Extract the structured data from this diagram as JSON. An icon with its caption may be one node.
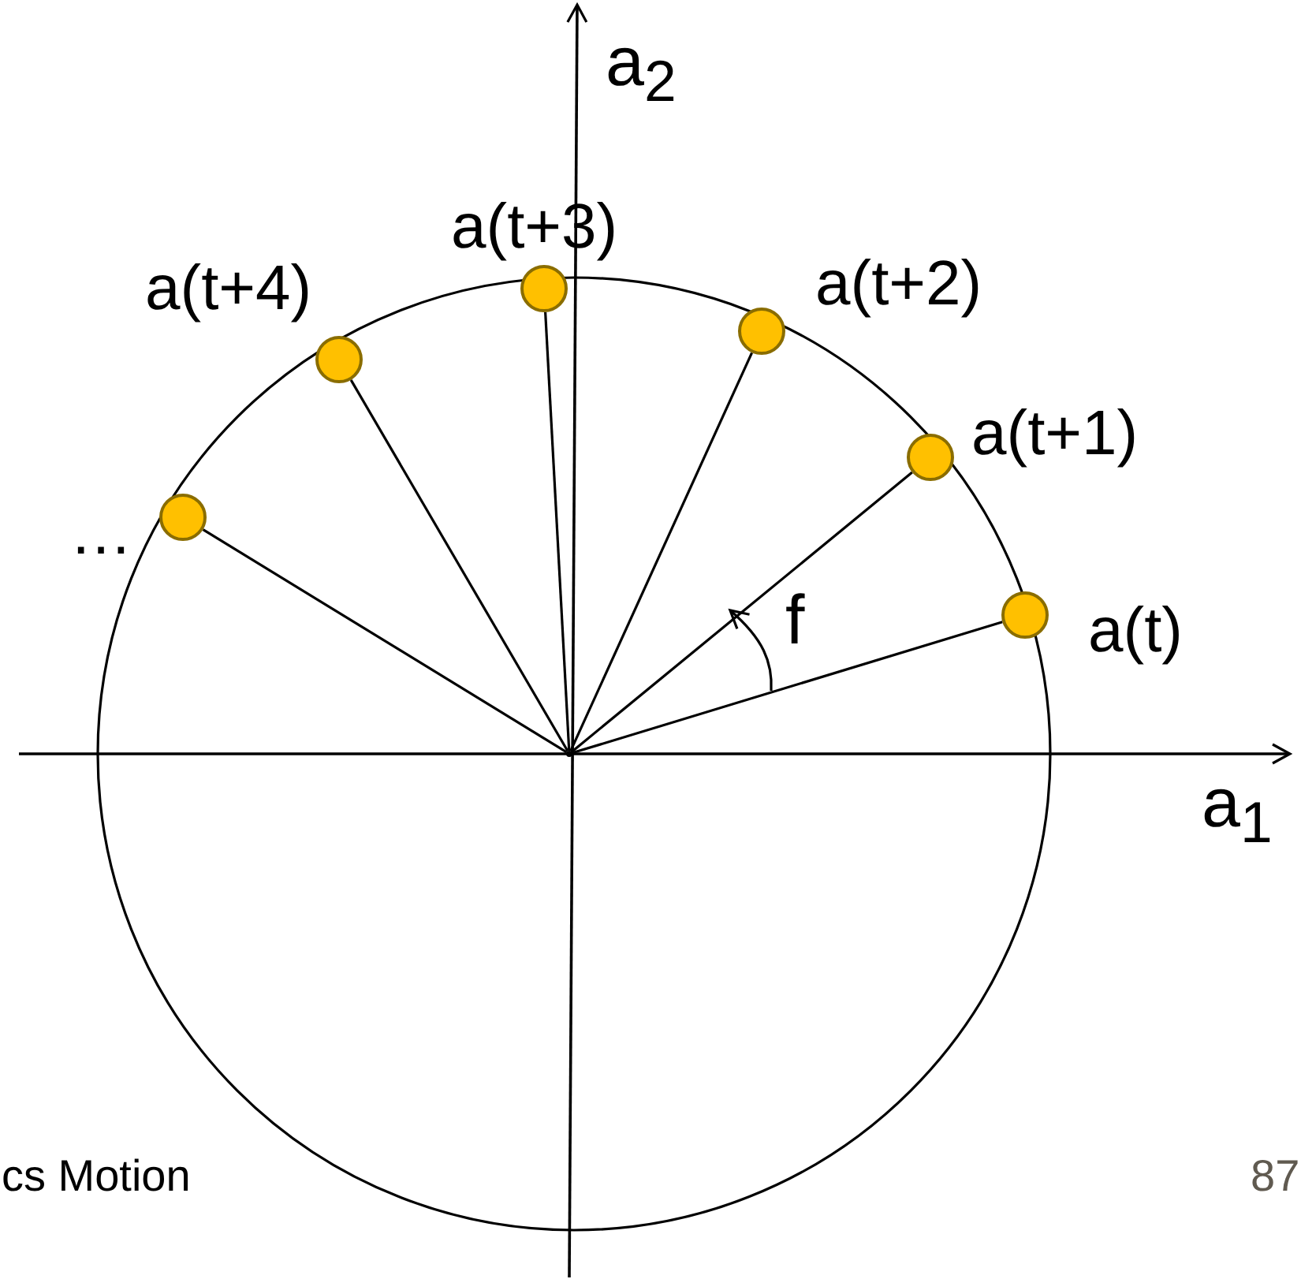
{
  "diagram": {
    "nodes": [
      {
        "text": [],
        "shape": "circle",
        "beside": [
          "a(t)"
        ]
      },
      {
        "text": [],
        "shape": "circle",
        "beside": [
          "a(t+1)"
        ]
      },
      {
        "text": [],
        "shape": "circle",
        "beside": [
          "a(t+2)"
        ]
      },
      {
        "text": [],
        "shape": "circle",
        "beside": [
          "a(t+3)"
        ]
      },
      {
        "text": [],
        "shape": "circle",
        "beside": [
          "a(t+4)"
        ]
      },
      {
        "text": [],
        "shape": "circle",
        "beside": [
          "…"
        ]
      },
      {
        "text": [],
        "shape": "point"
      }
    ],
    "edges": [
      {
        "from": 6,
        "to": 0,
        "arrow": "none"
      },
      {
        "from": 6,
        "to": 1,
        "arrow": "none"
      },
      {
        "from": 6,
        "to": 2,
        "arrow": "none"
      },
      {
        "from": 6,
        "to": 3,
        "arrow": "none"
      },
      {
        "from": 6,
        "to": 4,
        "arrow": "none"
      },
      {
        "from": 6,
        "to": 5,
        "arrow": "none"
      }
    ],
    "labels": [
      "a$_{2}$",
      "f",
      "a$_{1}$",
      "cs  Motion",
      "87"
    ]
  }
}
